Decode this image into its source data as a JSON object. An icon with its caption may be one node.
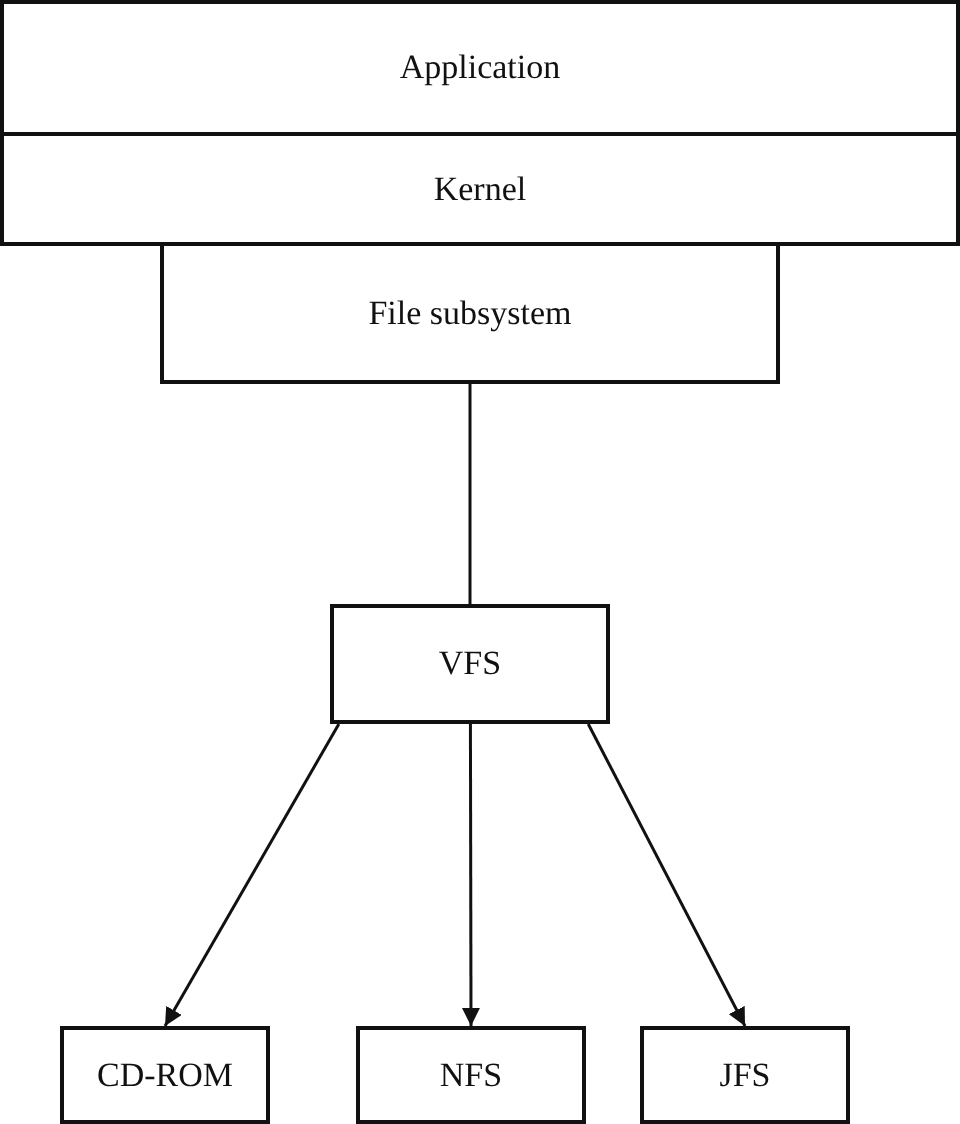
{
  "diagram": {
    "nodes": [
      {
        "text": [
          "Application"
        ]
      },
      {
        "text": [
          "Kernel"
        ]
      },
      {
        "text": [
          "File subsystem"
        ]
      },
      {
        "text": [
          "VFS"
        ]
      },
      {
        "text": [
          "CD-ROM"
        ]
      },
      {
        "text": [
          "NFS"
        ]
      },
      {
        "text": [
          "JFS"
        ]
      }
    ],
    "edges": [
      {
        "from": 2,
        "to": 3,
        "arrow": "none"
      },
      {
        "from": 3,
        "to": 4,
        "arrow": "to"
      },
      {
        "from": 3,
        "to": 5,
        "arrow": "to"
      },
      {
        "from": 3,
        "to": 6,
        "arrow": "to"
      }
    ]
  }
}
